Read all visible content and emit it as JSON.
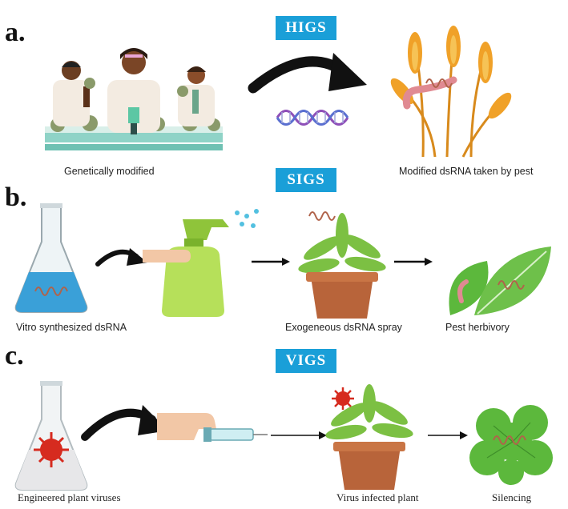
{
  "panels": [
    {
      "letter": "a.",
      "method": "HIGS",
      "captions": [
        "Genetically modified",
        "Modified dsRNA taken by pest"
      ]
    },
    {
      "letter": "b.",
      "method": "SIGS",
      "captions": [
        "Vitro synthesized dsRNA",
        "Exogeneous dsRNA spray",
        "Pest herbivory"
      ]
    },
    {
      "letter": "c.",
      "method": "VIGS",
      "captions": [
        "Engineered plant viruses",
        "Virus infected plant",
        "Silencing"
      ]
    }
  ],
  "colors": {
    "badge": "#1a9fd8",
    "dsrna": "#b0634a",
    "leaf": "#6ec04a",
    "pot": "#b8643a",
    "virus": "#d62b1f",
    "liquid": "#3aa0d8"
  }
}
